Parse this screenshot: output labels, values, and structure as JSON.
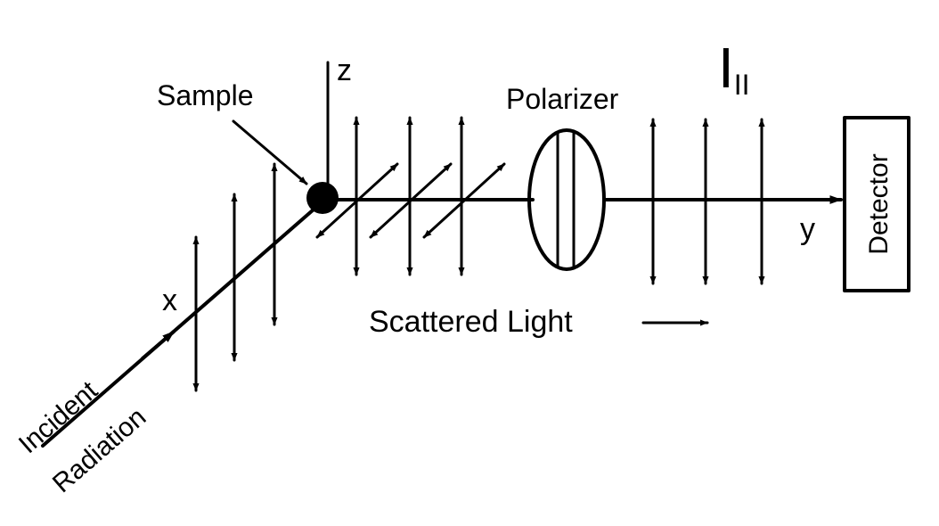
{
  "labels": {
    "sample": "Sample",
    "polarizer": "Polarizer",
    "intensity_symbol": "I",
    "intensity_subscript": "II",
    "detector": "Detector",
    "scattered_light": "Scattered Light",
    "incident": "Incident",
    "radiation": "Radiation",
    "axis_x": "x",
    "axis_y": "y",
    "axis_z": "z"
  },
  "colors": {
    "ink": "#000000",
    "background": "#ffffff"
  },
  "icons": {
    "sample": "filled-circle-icon",
    "polarizer": "ellipse-lens-icon",
    "detector": "rectangle-box-icon",
    "polarization": "double-headed-arrow-icon"
  }
}
